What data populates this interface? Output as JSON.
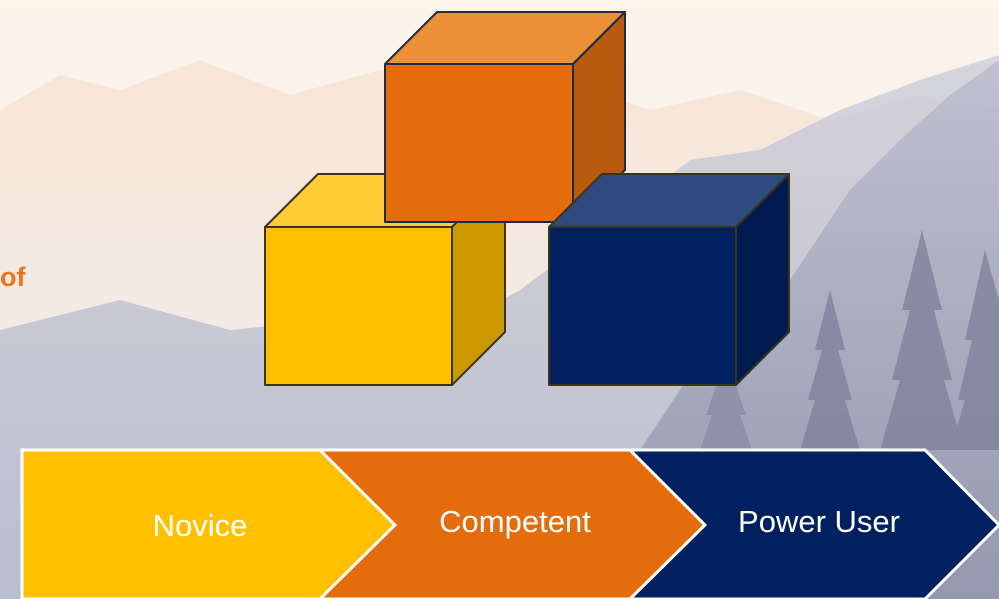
{
  "left_text": "of",
  "stages": [
    {
      "label": "Novice",
      "color": "#ffc000"
    },
    {
      "label": "Competent",
      "color": "#e46c0a"
    },
    {
      "label": "Power User",
      "color": "#002060"
    }
  ],
  "blocks": [
    {
      "name": "orange",
      "front": "#e46c0a",
      "top": "#eb9036",
      "side": "#b85a0b"
    },
    {
      "name": "yellow",
      "front": "#ffc000",
      "top": "#ffcc33",
      "side": "#cc9a00"
    },
    {
      "name": "navy",
      "front": "#002060",
      "top": "#2f4a80",
      "side": "#001b4f"
    }
  ]
}
